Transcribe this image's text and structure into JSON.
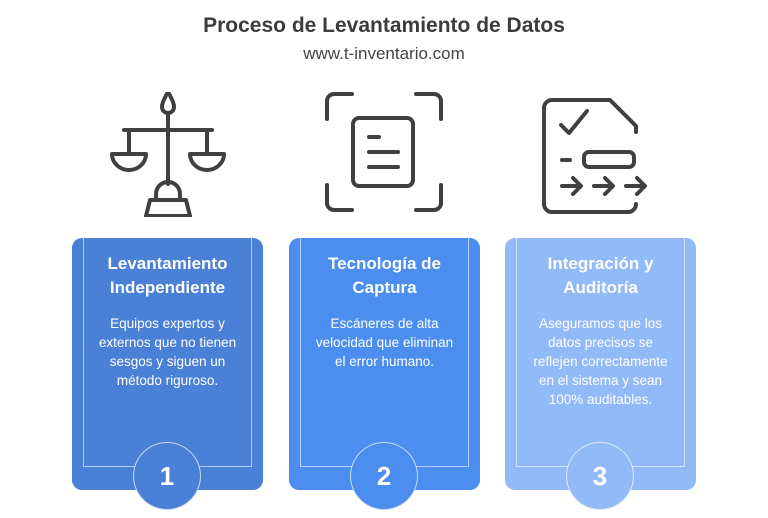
{
  "header": {
    "title": "Proceso de Levantamiento de Datos",
    "subtitle": "www.t-inventario.com"
  },
  "steps": [
    {
      "title": "Levantamiento Independiente",
      "body": "Equipos expertos y externos que no tienen sesgos y siguen un método riguroso.",
      "number": "1",
      "icon": "balance-scale-icon",
      "color": "#4a80d6"
    },
    {
      "title": "Tecnología de Captura",
      "body": "Escáneres de alta velocidad que eliminan el error humano.",
      "number": "2",
      "icon": "document-scan-icon",
      "color": "#4b8ef0"
    },
    {
      "title": "Integración y Auditoría",
      "body": "Aseguramos que los datos precisos se reflejen correctamente en el sistema y sean 100% auditables.",
      "number": "3",
      "icon": "checklist-file-icon",
      "color": "#92b9f8"
    }
  ]
}
